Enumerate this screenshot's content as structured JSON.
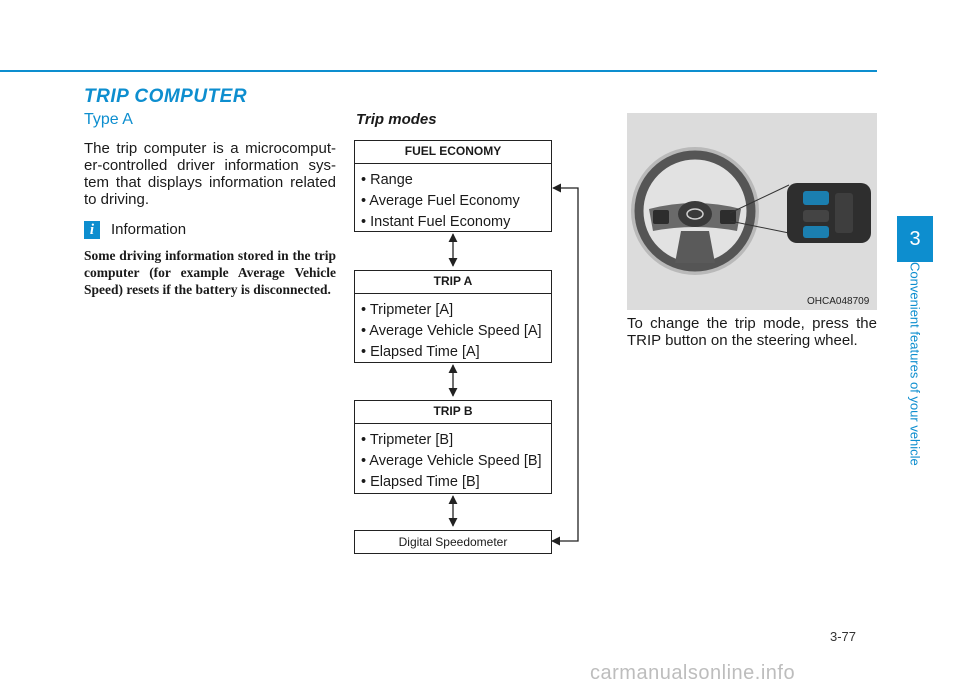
{
  "section_title": "TRIP COMPUTER",
  "type_heading": "Type A",
  "intro_text": "The trip computer is a microcomput-er-controlled driver information sys-tem that displays information related to driving.",
  "info": {
    "icon": "i",
    "heading": "Information",
    "body": "Some driving information stored in the trip computer (for example Average Vehicle Speed) resets if the battery is disconnected."
  },
  "trip_modes": {
    "heading": "Trip modes",
    "boxes": [
      {
        "title": "FUEL ECONOMY",
        "items": [
          "• Range",
          "• Average Fuel Economy",
          "• Instant Fuel Economy"
        ]
      },
      {
        "title": "TRIP A",
        "items": [
          "• Tripmeter [A]",
          "• Average Vehicle Speed [A]",
          "• Elapsed Time [A]"
        ]
      },
      {
        "title": "TRIP B",
        "items": [
          "• Tripmeter [B]",
          "• Average Vehicle Speed [B]",
          "• Elapsed Time [B]"
        ]
      }
    ],
    "speedometer_label": "Digital Speedometer"
  },
  "photo_code": "OHCA048709",
  "trip_caption": "To change the trip mode, press the TRIP button on the steering wheel.",
  "chapter": {
    "number": "3",
    "title": "Convenient features of your vehicle"
  },
  "page_number": "3-77",
  "watermark": "carmanualsonline.info",
  "colors": {
    "accent": "#0d8ecf"
  }
}
